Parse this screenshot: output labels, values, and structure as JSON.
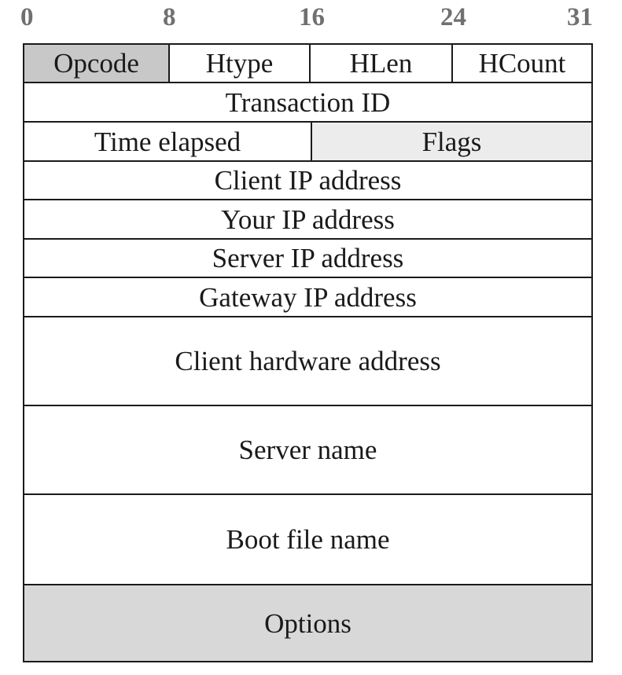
{
  "bit_positions": [
    "0",
    "8",
    "16",
    "24",
    "31"
  ],
  "fields": {
    "opcode": "Opcode",
    "htype": "Htype",
    "hlen": "HLen",
    "hcount": "HCount",
    "transaction_id": "Transaction ID",
    "time_elapsed": "Time elapsed",
    "flags": "Flags",
    "client_ip": "Client IP address",
    "your_ip": "Your IP address",
    "server_ip": "Server IP address",
    "gateway_ip": "Gateway IP address",
    "client_hw": "Client hardware address",
    "server_name": "Server name",
    "boot_file": "Boot file name",
    "options": "Options"
  },
  "colors": {
    "border": "#1a1a1a",
    "shaded_field": "#c8c8c8",
    "flags_field": "#ececec",
    "options_field": "#d8d8d8",
    "bit_label": "#707070"
  }
}
